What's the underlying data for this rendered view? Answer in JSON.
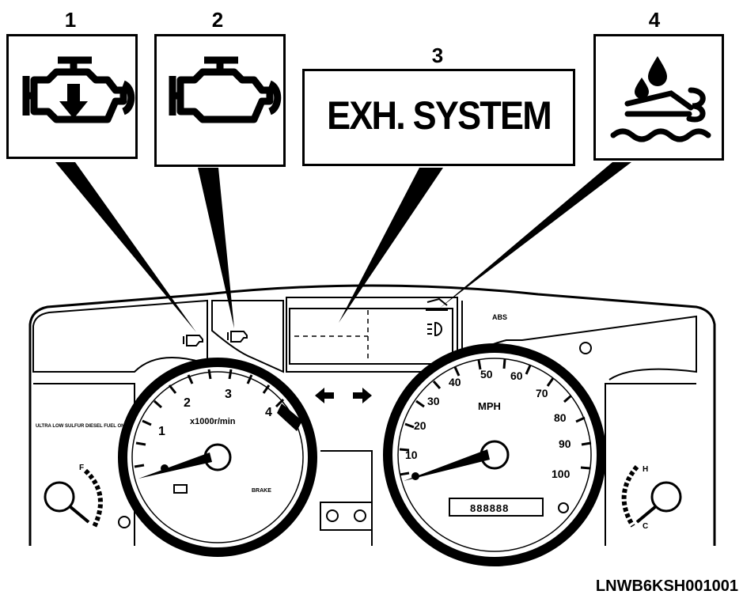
{
  "callouts": [
    {
      "num": "1",
      "label": "",
      "icon": "engine-check-arrow-icon"
    },
    {
      "num": "2",
      "label": "",
      "icon": "engine-check-icon"
    },
    {
      "num": "3",
      "label": "EXH. SYSTEM",
      "icon": ""
    },
    {
      "num": "4",
      "label": "",
      "icon": "coolant-temperature-icon"
    }
  ],
  "cluster": {
    "tachometer": {
      "unit": "x1000r/min",
      "ticks": [
        "1",
        "2",
        "3",
        "4"
      ]
    },
    "speedometer": {
      "unit": "MPH",
      "ticks": [
        "10",
        "20",
        "30",
        "40",
        "50",
        "60",
        "70",
        "80",
        "90",
        "100"
      ]
    },
    "fuel_note": "ULTRA LOW SULFUR DIESEL FUEL ONLY",
    "fuel_full": "F",
    "temp_hot": "H",
    "temp_cold": "C",
    "abs_label": "ABS",
    "brake_label": "BRAKE",
    "odometer": "888888"
  },
  "reference_code": "LNWB6KSH001001",
  "colors": {
    "ink": "#000000",
    "paper": "#ffffff"
  }
}
